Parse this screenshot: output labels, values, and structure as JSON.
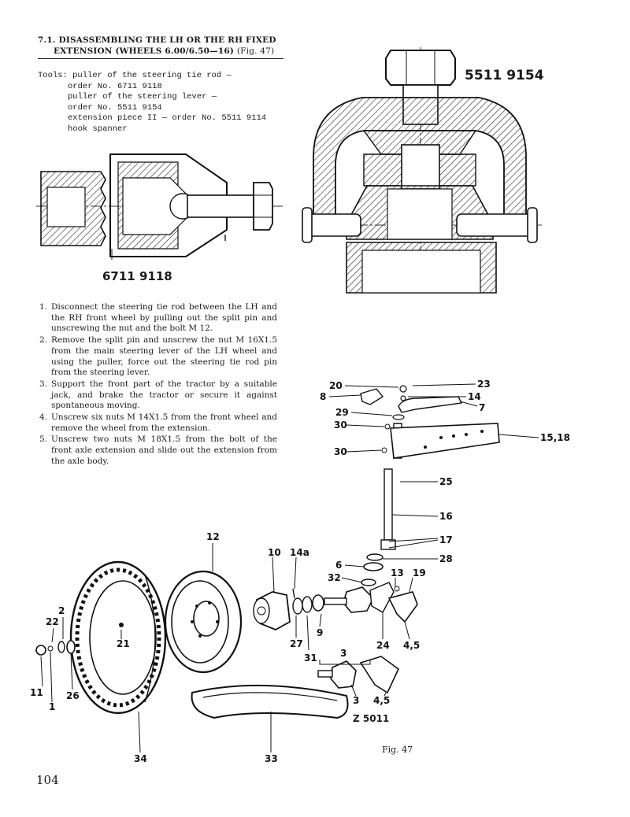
{
  "heading": {
    "line1": "7.1. DISASSEMBLING THE LH OR THE RH FIXED",
    "line2": "EXTENSION (WHEELS 6.00/6.50—16)",
    "figref": "(Fig. 47)"
  },
  "tools": {
    "label": "Tools:",
    "lines": [
      "puller of the steering tie rod —",
      "order No. 6711 9118",
      "puller of the steering lever —",
      "order No. 5511 9154",
      "extension piece II — order No. 5511 9114",
      "hook spanner"
    ]
  },
  "figures": {
    "puller_small_code": "6711 9118",
    "puller_large_code": "5511 9154",
    "assembly_code": "Z 5011",
    "caption": "Fig. 47"
  },
  "steps": [
    {
      "num": "1.",
      "text": "Disconnect the steering tie rod between the LH and the RH front wheel by pulling out the split pin and unscrewing the nut and the bolt M 12."
    },
    {
      "num": "2.",
      "text": "Remove the split pin and unscrew the nut M 16X1.5 from the main steering lever of the LH wheel and using the puller, force out the steering tie rod pin from the steering lever."
    },
    {
      "num": "3.",
      "text": "Support the front part of the tractor by a suitable jack, and brake the tractor or secure it against spontaneous moving."
    },
    {
      "num": "4.",
      "text": "Unscrew six nuts M 14X1.5 from the front wheel and remove the wheel from the extension."
    },
    {
      "num": "5.",
      "text": "Unscrew two nuts M 18X1.5 from the bolt of the front axle extension and slide out the extension from the axle body."
    }
  ],
  "callouts": {
    "c20": "20",
    "c23": "23",
    "c8": "8",
    "c14": "14",
    "c7": "7",
    "c29": "29",
    "c30a": "30",
    "c30b": "30",
    "c1518": "15,18",
    "c25": "25",
    "c16": "16",
    "c17": "17",
    "c28": "28",
    "c12": "12",
    "c10": "10",
    "c14a": "14a",
    "c6": "6",
    "c32": "32",
    "c13": "13",
    "c19": "19",
    "c2": "2",
    "c22": "22",
    "c21": "21",
    "c9": "9",
    "c27": "27",
    "c31": "31",
    "c24": "24",
    "c45a": "4,5",
    "c3a": "3",
    "c11": "11",
    "c26": "26",
    "c1": "1",
    "c3b": "3",
    "c45b": "4,5",
    "c34": "34",
    "c33": "33"
  },
  "page_number": "104"
}
